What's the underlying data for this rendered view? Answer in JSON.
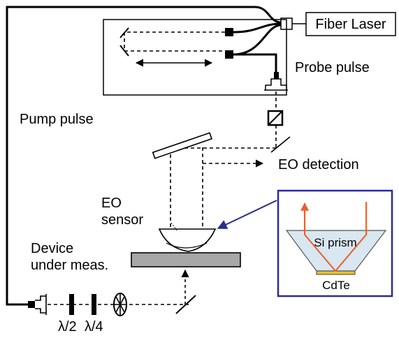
{
  "labels": {
    "fiber_laser": "Fiber Laser",
    "probe_pulse": "Probe pulse",
    "pump_pulse": "Pump pulse",
    "eo_detection": "EO detection",
    "eo_sensor_line1": "EO",
    "eo_sensor_line2": "sensor",
    "device_line1": "Device",
    "device_line2": "under meas.",
    "half_wave": "λ/2",
    "quarter_wave": "λ/4"
  },
  "inset": {
    "prism_label": "Si prism",
    "crystal_label": "CdTe"
  },
  "colors": {
    "line": "#000000",
    "inset_border": "#2b2b8f",
    "arrow": "#2b2b8f",
    "laser_beam": "#e8602c",
    "prism_fill": "#d9e7f0",
    "crystal_fill": "#e9c227",
    "device_fill": "#a7a7a7"
  }
}
